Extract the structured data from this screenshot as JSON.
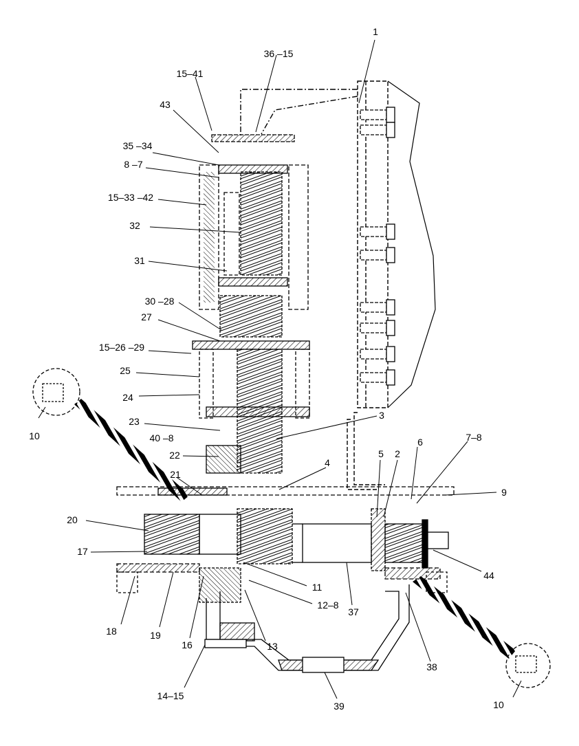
{
  "colors": {
    "ink": "#000000",
    "paper": "#ffffff"
  },
  "labels": {
    "l1": "1",
    "l36_15": "36 –15",
    "l15_41": "15–41",
    "l43": "43",
    "l35_34": "35 –34",
    "l8_7": "8 –7",
    "l15_33_42": "15–33 –42",
    "l32": "32",
    "l31": "31",
    "l30_28": "30 –28",
    "l27": "27",
    "l15_26_29": "15–26 –29",
    "l25": "25",
    "l24": "24",
    "l10a": "10",
    "l23": "23",
    "l40_8": "40 –8",
    "l3": "3",
    "l22": "22",
    "l21": "21",
    "l4": "4",
    "l5": "5",
    "l2": "2",
    "l6": "6",
    "l7_8": "7–8",
    "l9": "9",
    "l20": "20",
    "l17": "17",
    "l44": "44",
    "l11": "11",
    "l12_8": "12–8",
    "l37": "37",
    "l18": "18",
    "l19": "19",
    "l16": "16",
    "l13": "13",
    "l38": "38",
    "l14_15": "14–15",
    "l39": "39",
    "l10b": "10"
  }
}
